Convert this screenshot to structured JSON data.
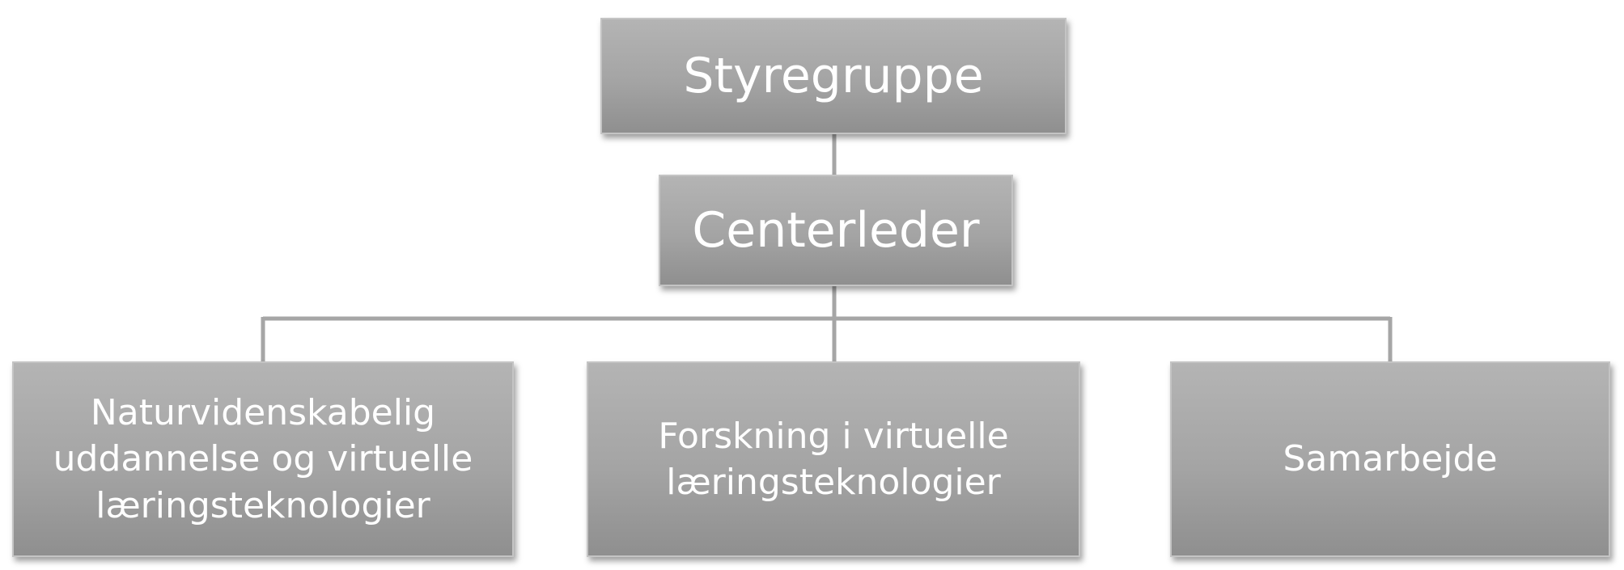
{
  "diagram": {
    "root": {
      "label": "Styregruppe"
    },
    "manager": {
      "label": "Centerleder"
    },
    "children": [
      {
        "label": "Naturvidenskabelig\nuddannelse og virtuelle\nlæringsteknologier"
      },
      {
        "label": "Forskning i virtuelle\nlæringsteknologier"
      },
      {
        "label": "Samarbejde"
      }
    ],
    "colors": {
      "box_top": "#b4b4b4",
      "box_bottom": "#8f8f8f",
      "box_border": "#c4c4c4",
      "connector": "#a6a6a6",
      "text": "#ffffff"
    }
  }
}
